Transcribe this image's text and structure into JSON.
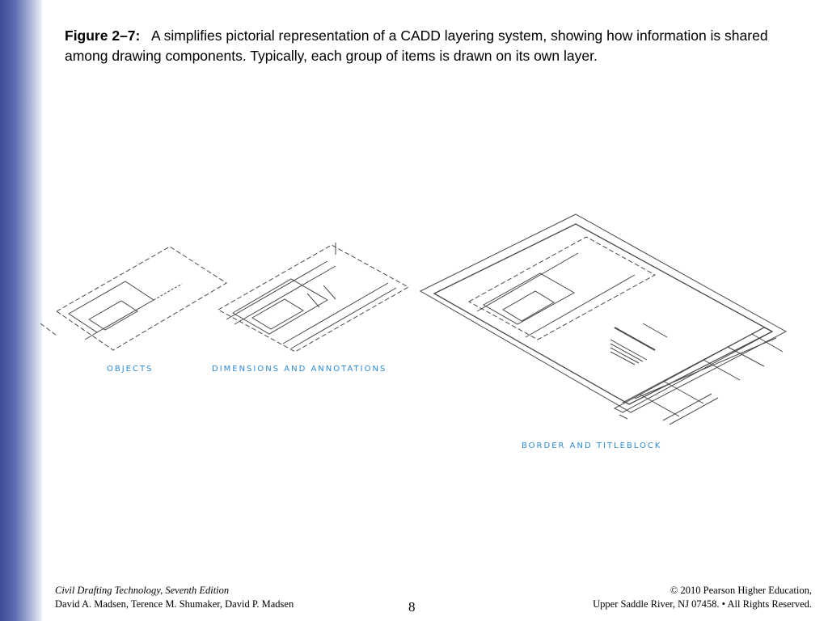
{
  "caption": {
    "label": "Figure 2–7:",
    "text": "A simplifies pictorial representation of a CADD layering system, showing how information is shared among drawing components. Typically, each group of items is drawn on its own layer."
  },
  "figure": {
    "labels": {
      "objects": "OBJECTS",
      "dimensions": "DIMENSIONS AND ANNOTATIONS",
      "border": "BORDER AND TITLEBLOCK"
    },
    "label_color": "#2d8ad3"
  },
  "footer": {
    "book_title": "Civil Drafting Technology, Seventh Edition",
    "authors": "David A. Madsen, Terence M. Shumaker, David P. Madsen",
    "page_number": "8",
    "copyright_line1": "© 2010 Pearson Higher Education,",
    "copyright_line2": "Upper Saddle River, NJ 07458. • All Rights Reserved."
  },
  "theme": {
    "sidebar_gradient": [
      "#3b4a96",
      "#eef0f8"
    ]
  }
}
